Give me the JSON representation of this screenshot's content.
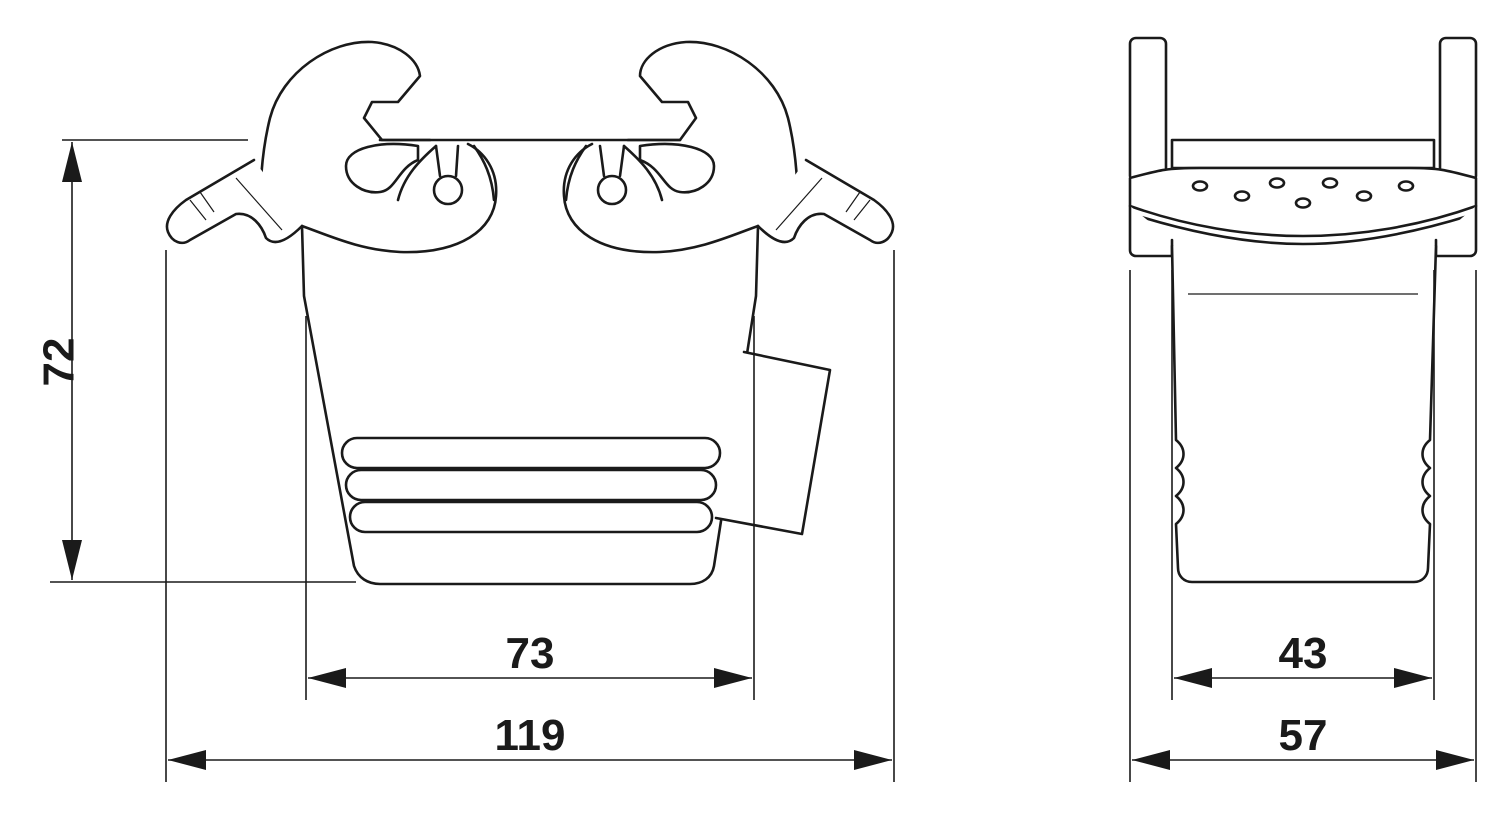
{
  "dimensions": {
    "height_left": "72",
    "inner_width_front": "73",
    "outer_width_front": "119",
    "inner_width_side": "43",
    "outer_width_side": "57"
  }
}
